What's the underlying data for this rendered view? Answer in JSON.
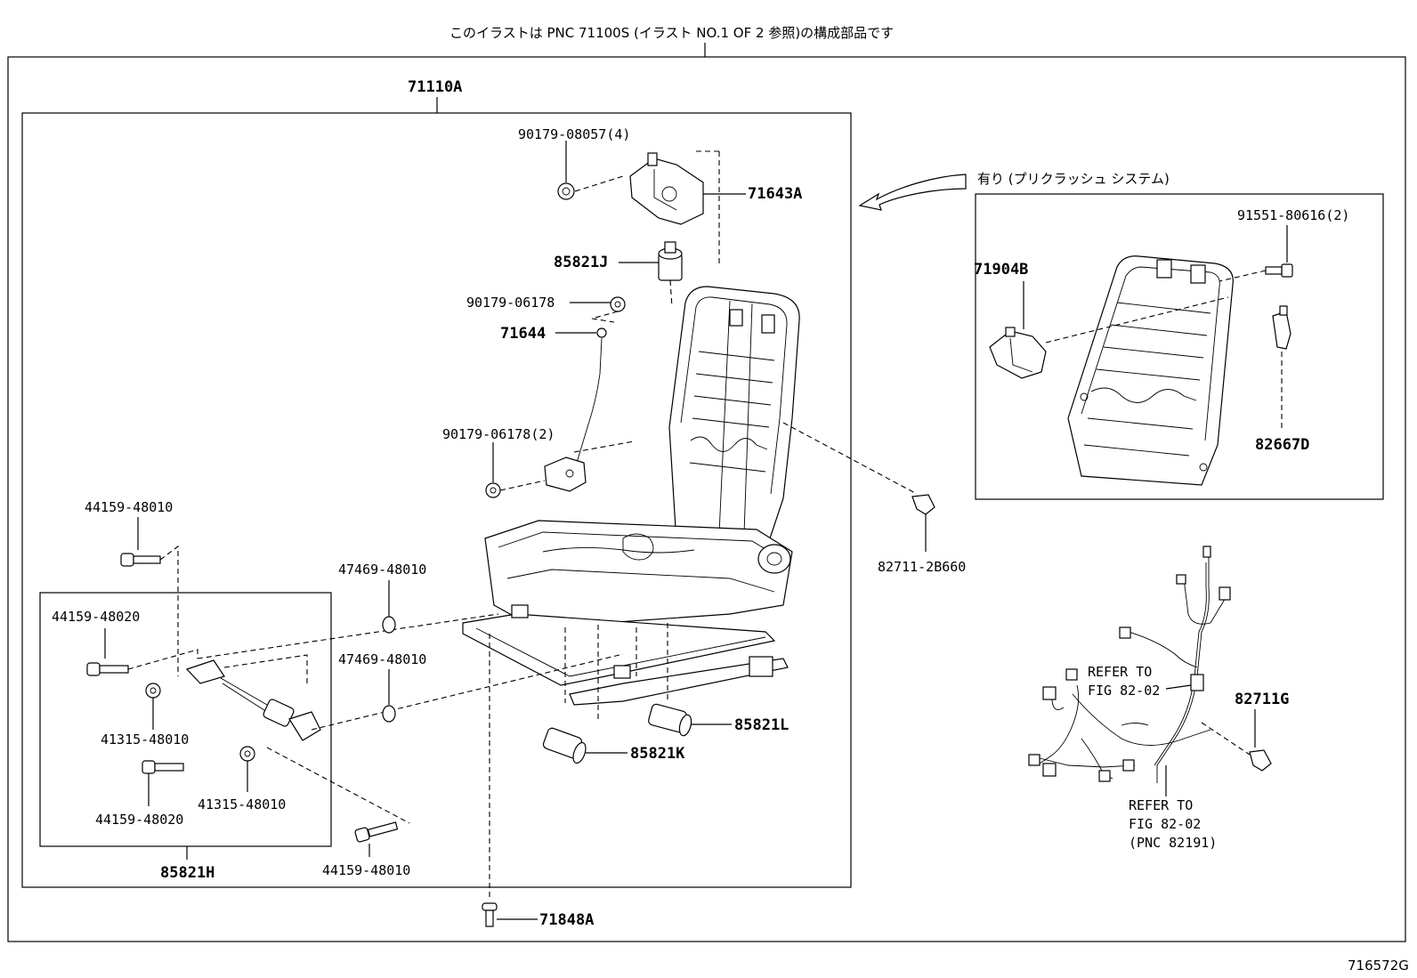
{
  "header_note": "このイラストは PNC 71100S (イラスト NO.1 OF 2 参照)の構成部品です",
  "footer_code": "716572G",
  "main_assembly": "71110A",
  "parts": {
    "p_90179_08057": "90179-08057(4)",
    "p_71643A": "71643A",
    "p_85821J": "85821J",
    "p_90179_06178": "90179-06178",
    "p_71644": "71644",
    "p_90179_06178_2": "90179-06178(2)",
    "p_44159_48010_top": "44159-48010",
    "p_44159_48020_a": "44159-48020",
    "p_41315_48010_a": "41315-48010",
    "p_44159_48020_b": "44159-48020",
    "p_41315_48010_b": "41315-48010",
    "p_85821H": "85821H",
    "p_47469_48010_a": "47469-48010",
    "p_47469_48010_b": "47469-48010",
    "p_44159_48010_bottom": "44159-48010",
    "p_71848A": "71848A",
    "p_85821K": "85821K",
    "p_85821L": "85821L",
    "p_82711_2B660": "82711-2B660",
    "p_91551_80616": "91551-80616(2)",
    "p_71904B": "71904B",
    "p_82667D": "82667D",
    "p_82711G": "82711G"
  },
  "inset_note": "有り (プリクラッシュ システム)",
  "refer1": [
    "REFER TO",
    "FIG 82-02"
  ],
  "refer2": [
    "REFER TO",
    "FIG 82-02",
    "(PNC 82191)"
  ],
  "icons": [
    "seat-frame-icon",
    "backrest-frame-icon",
    "wire-harness-icon",
    "motor-icon",
    "bolt-icon",
    "nut-icon",
    "arrow-icon"
  ]
}
